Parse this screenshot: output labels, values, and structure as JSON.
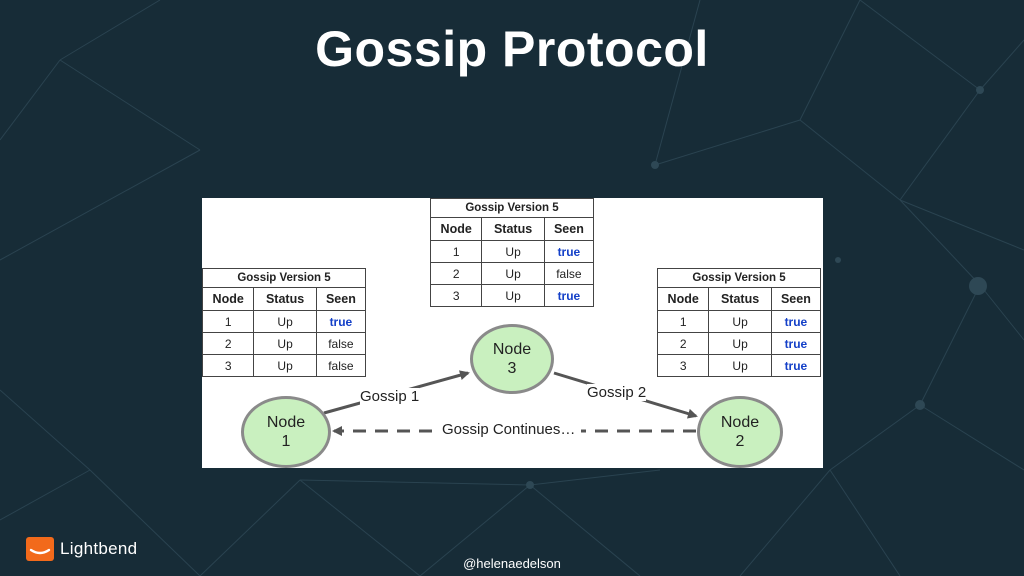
{
  "slide": {
    "title": "Gossip Protocol",
    "handle": "@helenaedelson"
  },
  "brand": {
    "name": "Lightbend",
    "icon": "lightbend-logo-icon",
    "accent": "#f26a1b"
  },
  "colors": {
    "background": "#172c37",
    "node_fill": "#c9f0bf",
    "seen_true": "#1440c8"
  },
  "diagram": {
    "column_headers": [
      "Node",
      "Status",
      "Seen"
    ],
    "tables": [
      {
        "caption": "Gossip Version 5",
        "rows": [
          {
            "node": "1",
            "status": "Up",
            "seen": "true"
          },
          {
            "node": "2",
            "status": "Up",
            "seen": "false"
          },
          {
            "node": "3",
            "status": "Up",
            "seen": "false"
          }
        ]
      },
      {
        "caption": "Gossip Version 5",
        "rows": [
          {
            "node": "1",
            "status": "Up",
            "seen": "true"
          },
          {
            "node": "2",
            "status": "Up",
            "seen": "false"
          },
          {
            "node": "3",
            "status": "Up",
            "seen": "true"
          }
        ]
      },
      {
        "caption": "Gossip Version 5",
        "rows": [
          {
            "node": "1",
            "status": "Up",
            "seen": "true"
          },
          {
            "node": "2",
            "status": "Up",
            "seen": "true"
          },
          {
            "node": "3",
            "status": "Up",
            "seen": "true"
          }
        ]
      }
    ],
    "nodes": [
      {
        "word": "Node",
        "number": "1"
      },
      {
        "word": "Node",
        "number": "2"
      },
      {
        "word": "Node",
        "number": "3"
      }
    ],
    "edges": {
      "gossip1": "Gossip 1",
      "gossip2": "Gossip 2",
      "continues": "Gossip Continues…"
    }
  }
}
